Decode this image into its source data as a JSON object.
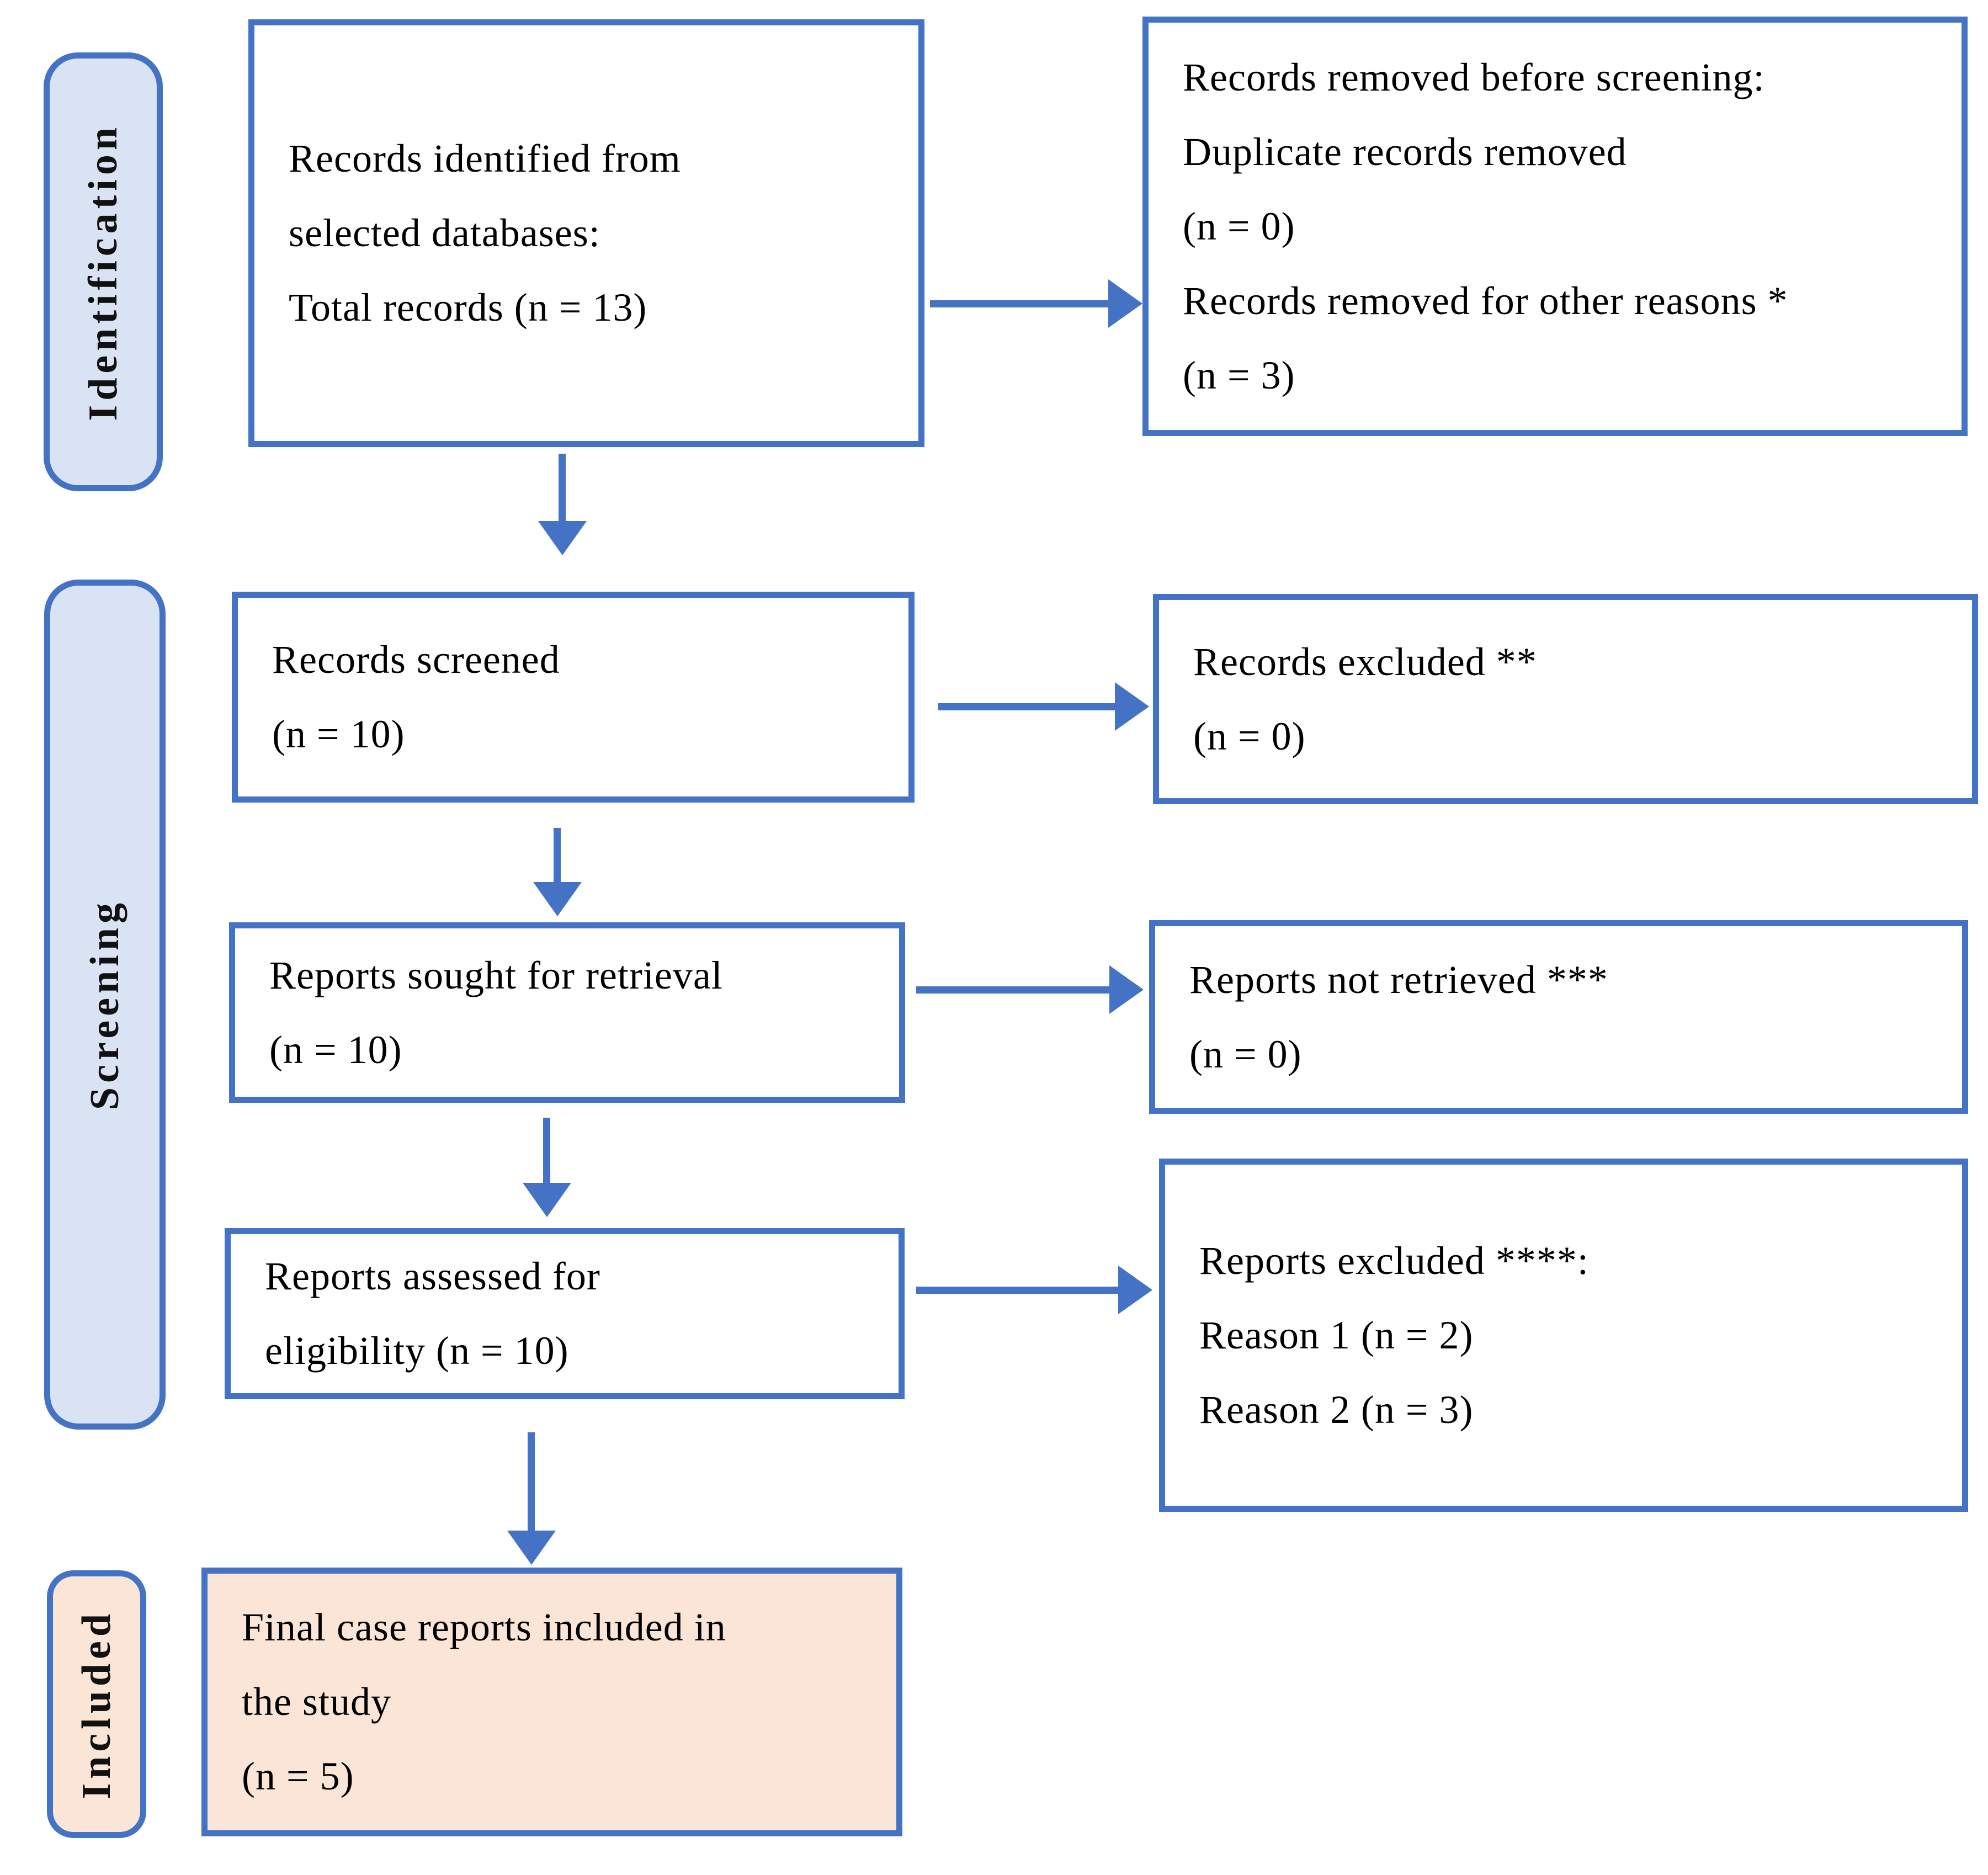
{
  "colors": {
    "accent_blue": "#4472C4",
    "stage_fill_blue": "#DAE3F3",
    "included_fill_peach": "#FBE5D6",
    "box_fill_white": "#FFFFFF",
    "text": "#000000"
  },
  "stage_labels": {
    "identification": "Identification",
    "screening": "Screening",
    "included": "Included"
  },
  "boxes": {
    "identified": {
      "lines": [
        "Records identified from",
        "selected databases:",
        "Total records (n = 13)"
      ]
    },
    "removed_before_screening": {
      "lines": [
        "Records removed before screening:",
        "Duplicate records removed",
        "(n = 0)",
        "Records removed for other reasons *",
        "(n = 3)"
      ]
    },
    "screened": {
      "lines": [
        "Records screened",
        "(n = 10)"
      ]
    },
    "records_excluded": {
      "lines": [
        "Records excluded **",
        "(n = 0)"
      ]
    },
    "sought_for_retrieval": {
      "lines": [
        "Reports sought for retrieval",
        "(n = 10)"
      ]
    },
    "not_retrieved": {
      "lines": [
        "Reports not retrieved ***",
        "(n = 0)"
      ]
    },
    "assessed_for_eligibility": {
      "lines": [
        "Reports assessed for",
        "eligibility (n = 10)"
      ]
    },
    "reports_excluded": {
      "lines": [
        "Reports excluded ****:",
        "Reason 1 (n = 2)",
        "Reason 2 (n = 3)"
      ]
    },
    "final_included": {
      "lines": [
        "Final case reports included in",
        "the study",
        "(n = 5)"
      ]
    }
  }
}
